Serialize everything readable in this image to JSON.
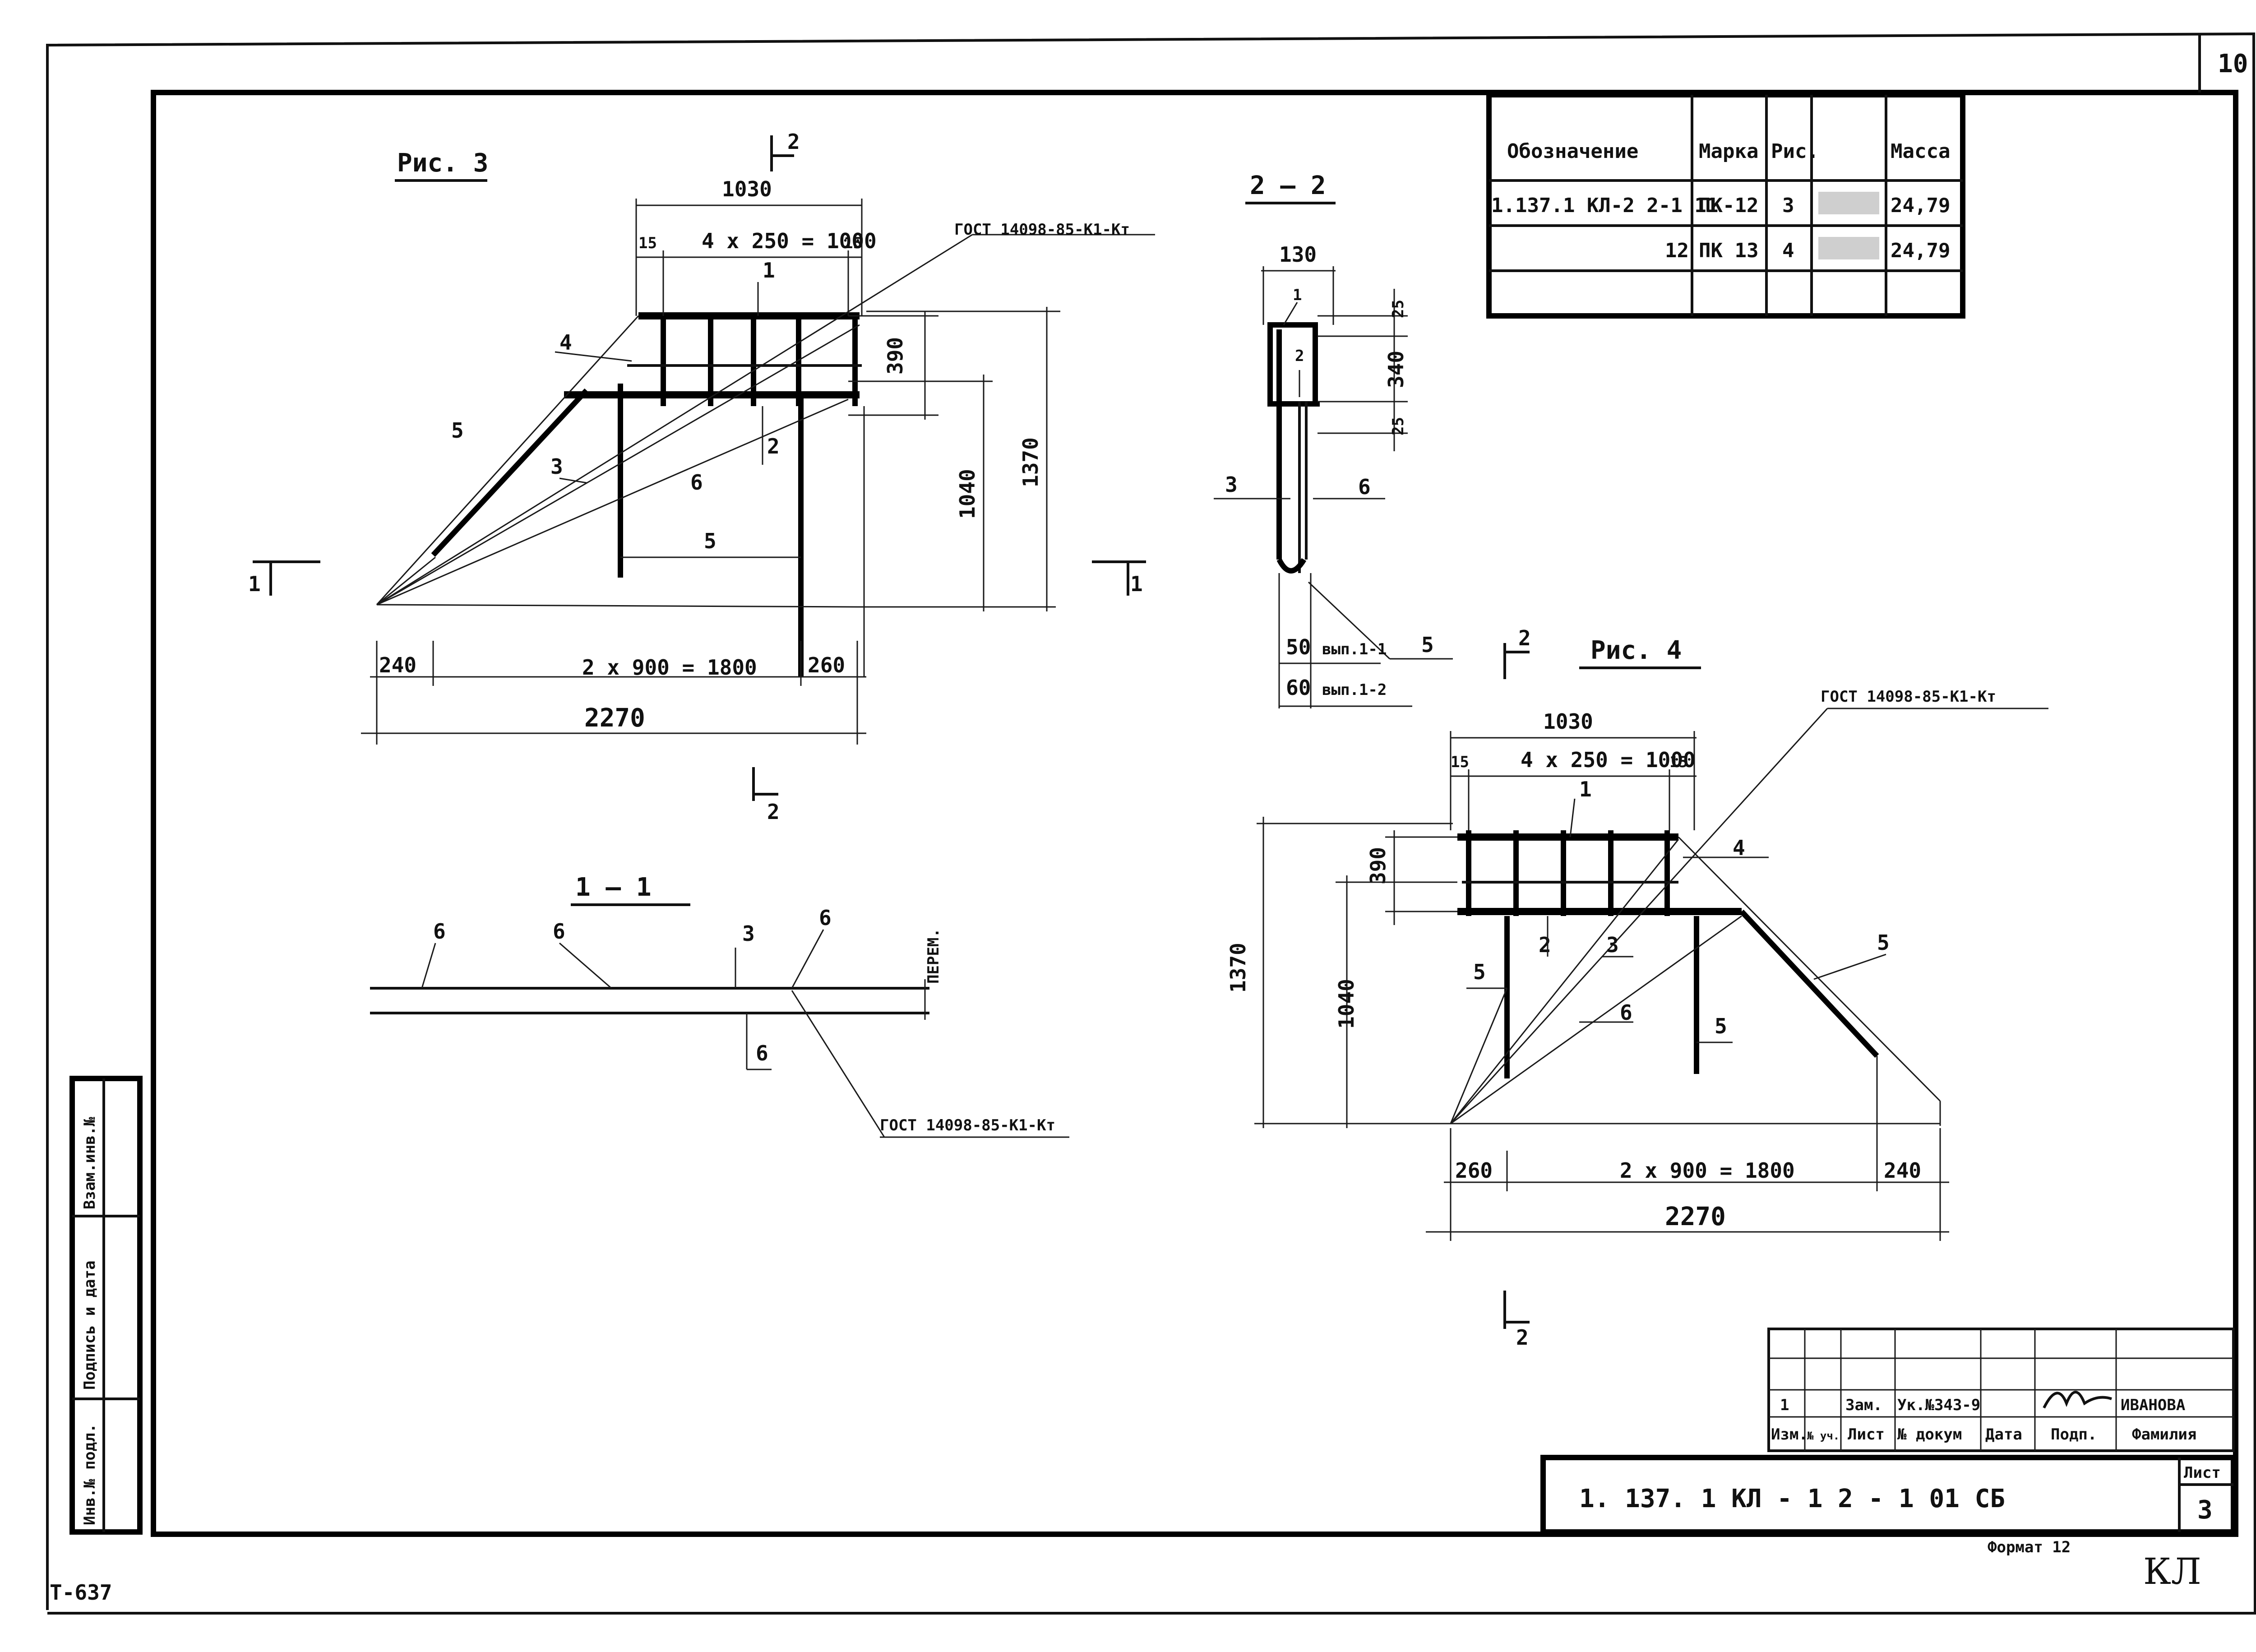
{
  "sheet": {
    "corner_number": "10",
    "bottom_left_stamp": "Т-637",
    "corner_mark": "КЛ",
    "format": "Формат 12"
  },
  "spec_table": {
    "headers": [
      "Обозначение",
      "Марка",
      "Рис.",
      "",
      "Масса"
    ],
    "rows": [
      [
        "1.137.1 КЛ-2 2-1 11",
        "ПК-12",
        "3",
        "",
        "24,79"
      ],
      [
        "12",
        "ПК 13",
        "4",
        "",
        "24,79"
      ],
      [
        "",
        "",
        "",
        "",
        ""
      ]
    ]
  },
  "fig3": {
    "title": "Рис. 3",
    "section_mark": "2",
    "cut_mark": "1",
    "gost": "ГОСТ 14098-85-К1-Кт",
    "dim_top": "1030",
    "dim_left_small": "15",
    "dim_mesh": "4 х 250 = 1000",
    "dim_right_small": "15",
    "dim_390": "390",
    "dim_1040": "1040",
    "dim_1370": "1370",
    "dim_240": "240",
    "dim_span": "2 х 900 = 1800",
    "dim_260": "260",
    "dim_total": "2270",
    "pos": [
      "1",
      "2",
      "3",
      "4",
      "5",
      "5",
      "6"
    ]
  },
  "sec22": {
    "title": "2 — 2",
    "dim_130": "130",
    "dim_25a": "25",
    "dim_340": "340",
    "dim_25b": "25",
    "pos": [
      "1",
      "2",
      "3",
      "5",
      "6"
    ],
    "out1_val": "50",
    "out1_label": "вып.1-1",
    "out2_val": "60",
    "out2_label": "вып.1-2"
  },
  "sec11": {
    "title": "1 — 1",
    "pos": [
      "6",
      "6",
      "3",
      "6",
      "6"
    ],
    "side_label": "ПЕРЕМ.",
    "gost": "ГОСТ 14098-85-К1-Кт"
  },
  "fig4": {
    "title": "Рис. 4",
    "section_mark": "2",
    "gost": "ГОСТ 14098-85-К1-Кт",
    "dim_top": "1030",
    "dim_left_small": "15",
    "dim_mesh": "4 х 250 = 1000",
    "dim_right_small": "15",
    "dim_390": "390",
    "dim_1040": "1040",
    "dim_1370": "1370",
    "dim_260": "260",
    "dim_span": "2 х 900 = 1800",
    "dim_240": "240",
    "dim_total": "2270",
    "pos": [
      "1",
      "2",
      "3",
      "4",
      "5",
      "5",
      "5",
      "6"
    ]
  },
  "left_strip": {
    "labels": [
      "Взам.инв.№",
      "Подпись и дата",
      "Инв.№ подл."
    ]
  },
  "title_block": {
    "change_row": [
      "1",
      "",
      "Зам.",
      "Ук.№343-9",
      "",
      "",
      "ИВАНОВА"
    ],
    "header_row": [
      "Изм.",
      "№ уч.",
      "Лист",
      "№ докум",
      "Дата",
      "Подп.",
      "Фамилия"
    ],
    "doc_code": "1. 137. 1   КЛ - 1    2 - 1       01 СБ",
    "sheet_label": "Лист",
    "sheet_number": "3"
  }
}
